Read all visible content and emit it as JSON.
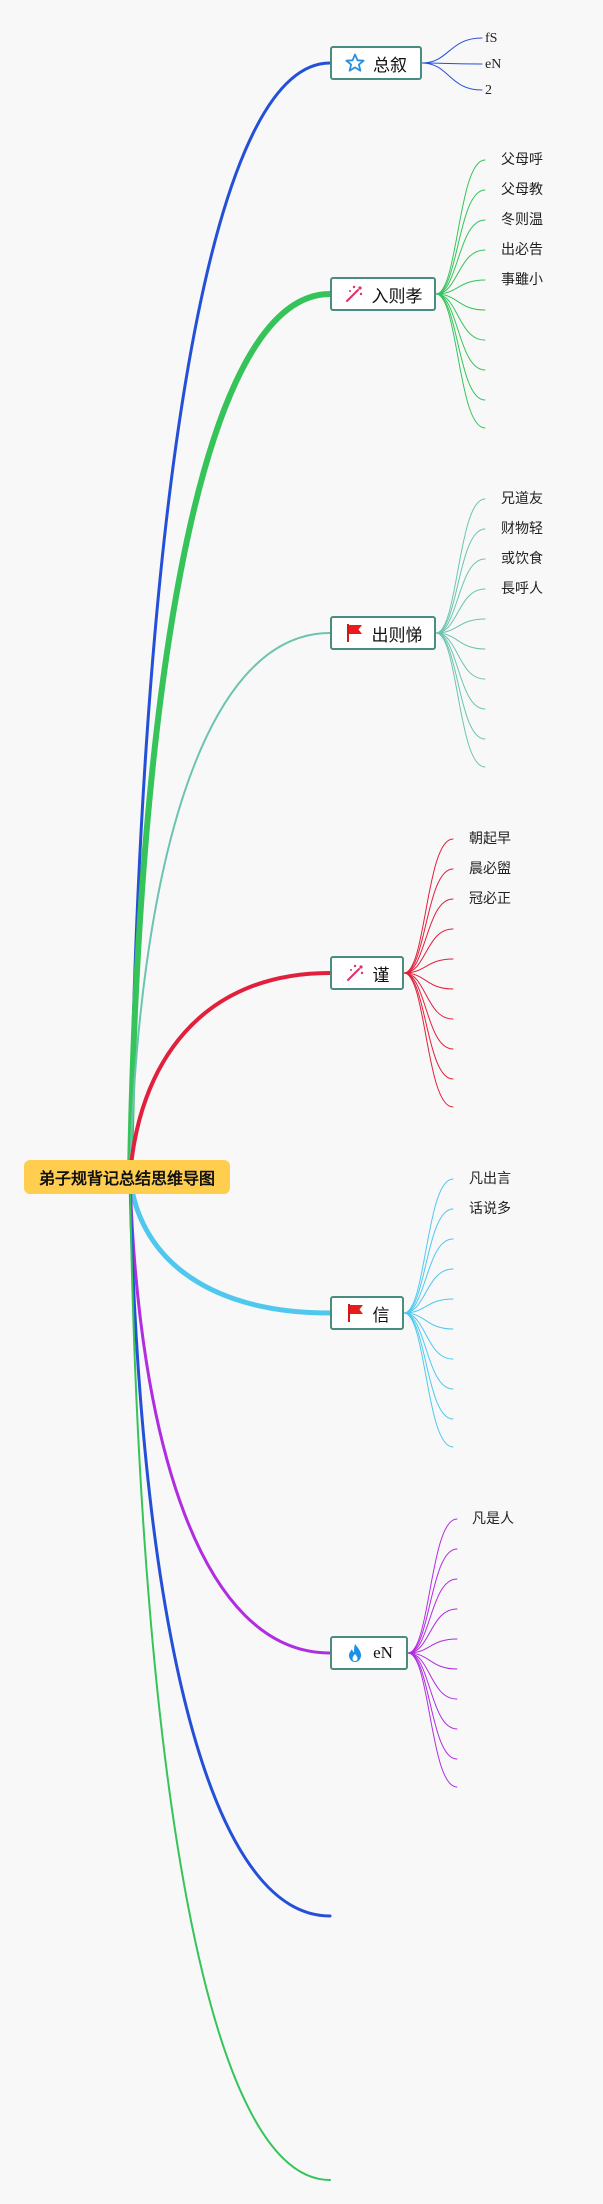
{
  "root": {
    "label": "弟子规背记总结思维导图"
  },
  "branches": [
    {
      "label": "总叙",
      "icon": "star-icon",
      "color": "#2450d8",
      "leaves": [
        "fS",
        "eN",
        "2"
      ]
    },
    {
      "label": "入则孝",
      "icon": "sparkle-icon",
      "color": "#36c45a",
      "leaves": [
        "父母呼",
        "父母教",
        "冬则温",
        "出必告",
        "事雖小"
      ]
    },
    {
      "label": "出则悌",
      "icon": "flag-icon",
      "color": "#6cc4b0",
      "leaves": [
        "兄道友",
        "财物轻",
        "或饮食",
        "長呼人"
      ]
    },
    {
      "label": "谨",
      "icon": "sparkle-icon",
      "color": "#e0203c",
      "leaves": [
        "朝起早",
        "晨必盥",
        "冠必正"
      ]
    },
    {
      "label": "信",
      "icon": "flag-icon",
      "color": "#50c8ee",
      "leaves": [
        "凡出言",
        "话说多"
      ]
    },
    {
      "label": "eN",
      "icon": "flame-icon",
      "color": "#b02de0",
      "leaves": [
        "凡是人"
      ]
    }
  ]
}
